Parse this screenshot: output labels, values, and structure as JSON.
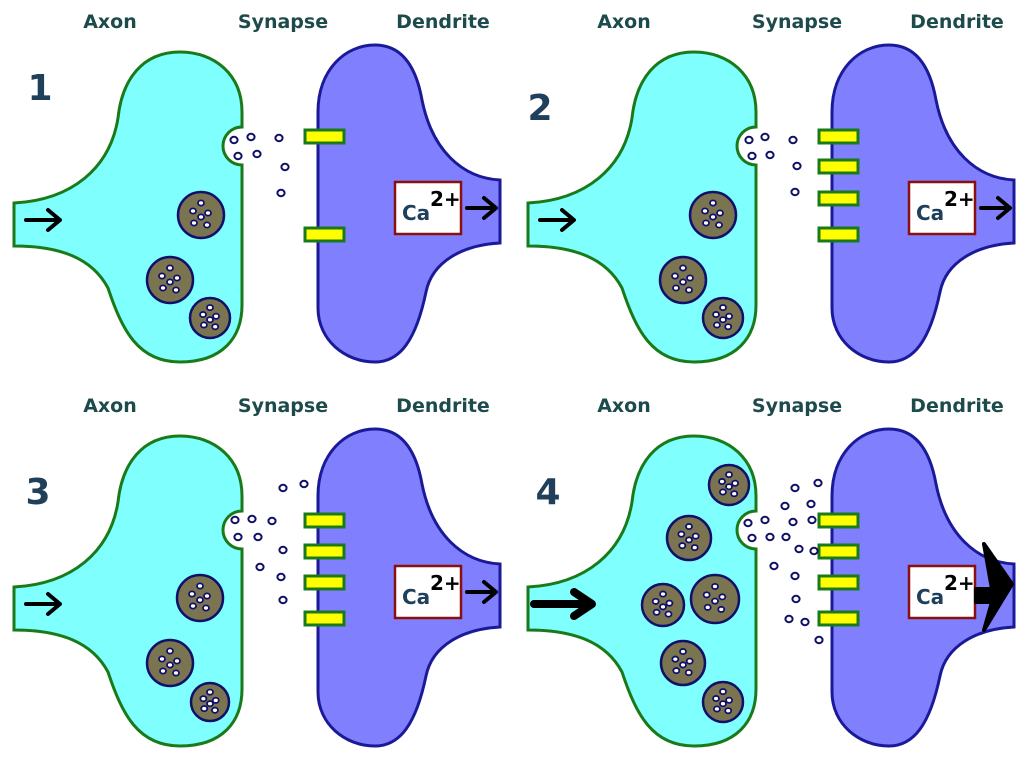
{
  "colors": {
    "axon_fill": "#80ffff",
    "axon_stroke": "#1a7a1a",
    "dendrite_fill": "#8080ff",
    "dendrite_stroke": "#1a1a99",
    "vesicle_fill": "#7a7450",
    "vesicle_stroke": "#10106a",
    "receptor_fill": "#ffff00",
    "receptor_stroke": "#1a7a1a",
    "ca_box_stroke": "#8a1010"
  },
  "panels": [
    {
      "number": "1",
      "axon_label": "Axon",
      "synapse_label": "Synapse",
      "dendrite_label": "Dendrite",
      "ion_label": "Ca",
      "ion_charge": "2+",
      "signal_strength": "normal",
      "receptor_count": 2,
      "vesicle_count": 3
    },
    {
      "number": "2",
      "axon_label": "Axon",
      "synapse_label": "Synapse",
      "dendrite_label": "Dendrite",
      "ion_label": "Ca",
      "ion_charge": "2+",
      "signal_strength": "normal",
      "receptor_count": 4,
      "vesicle_count": 3
    },
    {
      "number": "3",
      "axon_label": "Axon",
      "synapse_label": "Synapse",
      "dendrite_label": "Dendrite",
      "ion_label": "Ca",
      "ion_charge": "2+",
      "signal_strength": "normal",
      "receptor_count": 4,
      "vesicle_count": 3
    },
    {
      "number": "4",
      "axon_label": "Axon",
      "synapse_label": "Synapse",
      "dendrite_label": "Dendrite",
      "ion_label": "Ca",
      "ion_charge": "2+",
      "signal_strength": "strong",
      "receptor_count": 4,
      "vesicle_count": 6
    }
  ]
}
